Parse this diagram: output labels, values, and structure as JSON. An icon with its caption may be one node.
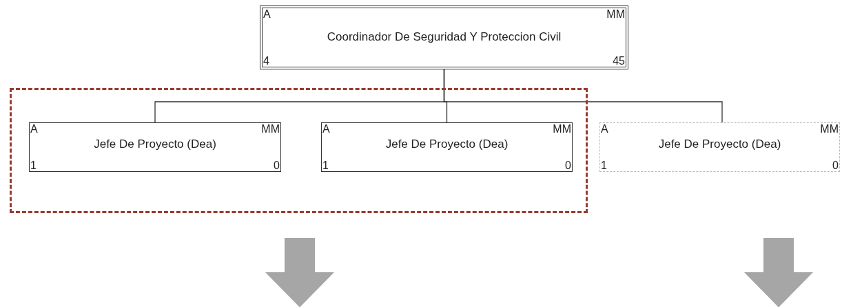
{
  "diagram": {
    "nodes": [
      {
        "text": [
          "A",
          "MM",
          "Coordinador De Seguridad Y Proteccion Civil",
          "4",
          "45"
        ]
      },
      {
        "text": [],
        "shape": "box"
      },
      {
        "text": [
          "A",
          "MM",
          "Jefe De Proyecto (Dea)",
          "1",
          "0"
        ],
        "in": 1
      },
      {
        "text": [
          "A",
          "MM",
          "Jefe De Proyecto (Dea)",
          "1",
          "0"
        ],
        "in": 1
      },
      {
        "text": [
          "A",
          "MM",
          "Jefe De Proyecto (Dea)",
          "1",
          "0"
        ]
      }
    ],
    "edges": [
      {
        "from": 0,
        "to": 2,
        "arrow": "none"
      },
      {
        "from": 0,
        "to": 3,
        "arrow": "none"
      },
      {
        "from": 0,
        "to": 4,
        "arrow": "none"
      }
    ]
  }
}
